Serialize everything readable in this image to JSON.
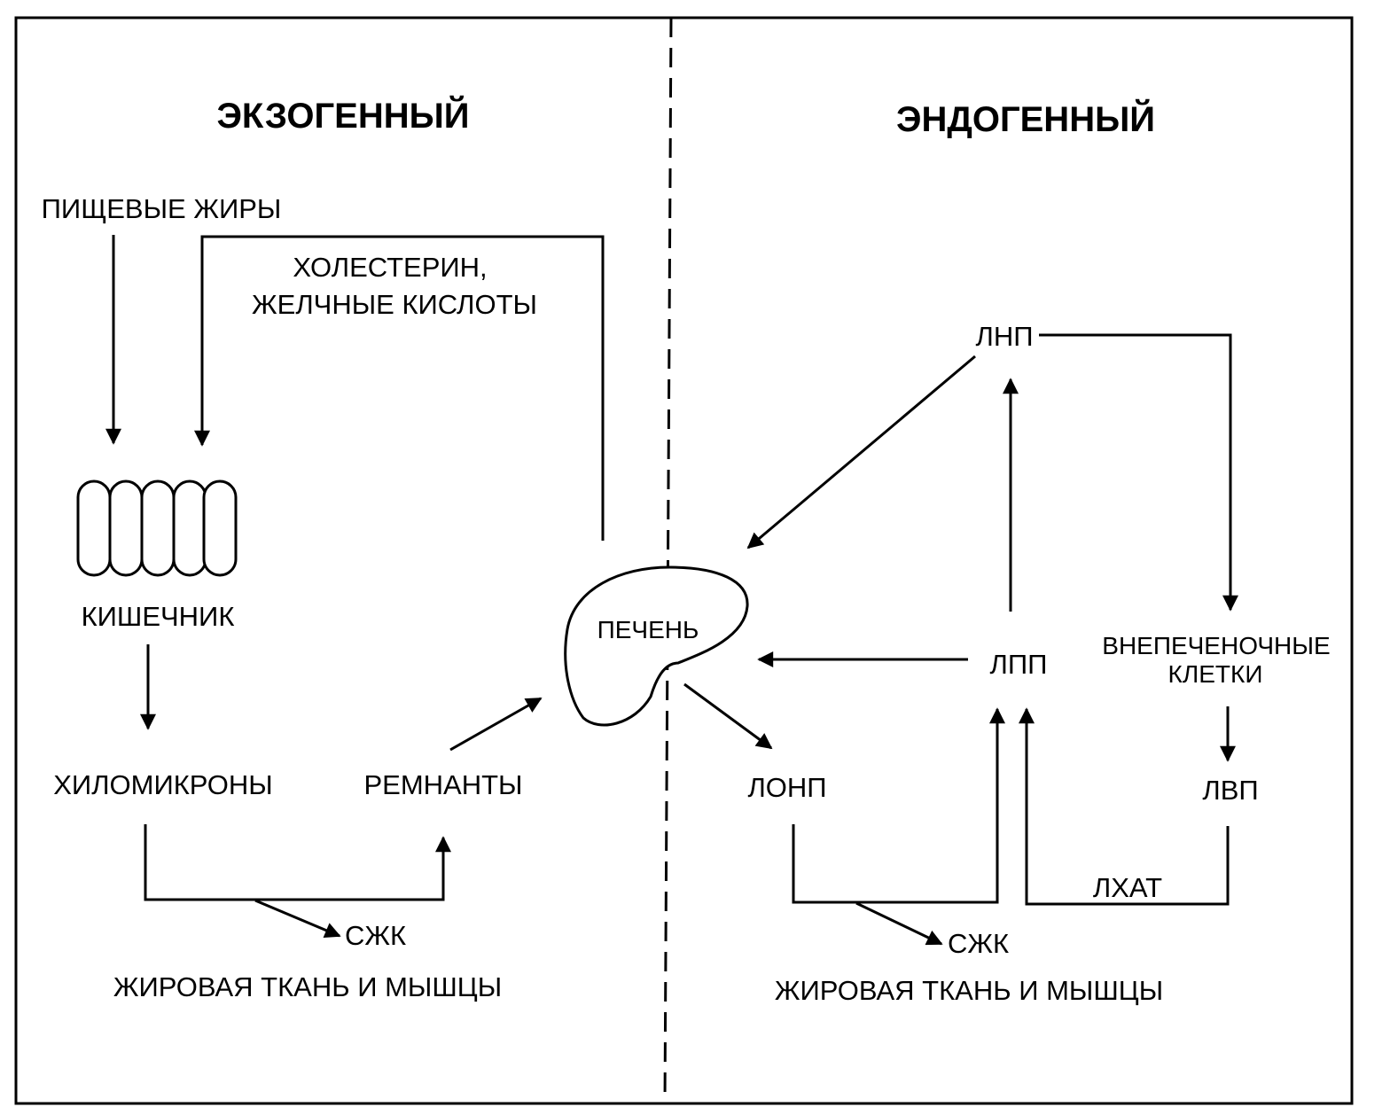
{
  "sections": {
    "exogenous": {
      "title": "ЭКЗОГЕННЫЙ",
      "dietary_fats": "ПИЩЕВЫЕ ЖИРЫ",
      "cholesterol_line1": "ХОЛЕСТЕРИН,",
      "cholesterol_line2": "ЖЕЛЧНЫЕ КИСЛОТЫ",
      "intestine": "КИШЕЧНИК",
      "chylomicrons": "ХИЛОМИКРОНЫ",
      "remnants": "РЕМНАНТЫ",
      "ffa": "СЖК",
      "adipose_muscle": "ЖИРОВАЯ ТКАНЬ И МЫШЦЫ"
    },
    "endogenous": {
      "title": "ЭНДОГЕННЫЙ",
      "ldl": "ЛНП",
      "idl": "ЛПП",
      "extrahepatic_line1": "ВНЕПЕЧЕНОЧНЫЕ",
      "extrahepatic_line2": "КЛЕТКИ",
      "vldl": "ЛОНП",
      "hdl": "ЛВП",
      "lcat": "ЛХАТ",
      "ffa": "СЖК",
      "adipose_muscle": "ЖИРОВАЯ ТКАНЬ И МЫШЦЫ"
    }
  },
  "liver": "ПЕЧЕНЬ"
}
